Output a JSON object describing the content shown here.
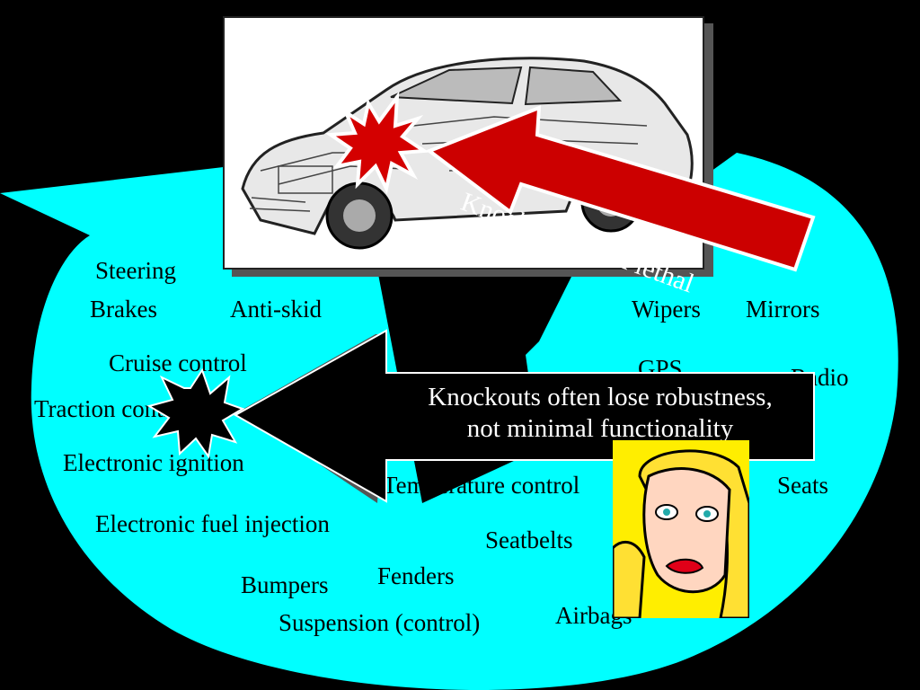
{
  "colors": {
    "background": "#000000",
    "bubble": "#00ffff",
    "lethal_arrow": "#cc0000",
    "starburst": "#000000",
    "car_burst": "#d40000"
  },
  "callouts": {
    "lethal": "Knockouts often lethal",
    "robustness_line1": "Knockouts often lose robustness,",
    "robustness_line2": "not minimal functionality"
  },
  "labels": {
    "steering": "Steering",
    "brakes": "Brakes",
    "anti_skid": "Anti-skid",
    "cruise_control": "Cruise control",
    "traction_control": "Traction control",
    "electronic_ignition": "Electronic ignition",
    "electronic_fuel_injection": "Electronic fuel injection",
    "bumpers": "Bumpers",
    "fenders": "Fenders",
    "suspension": "Suspension (control)",
    "seatbelts": "Seatbelts",
    "airbags": "Airbags",
    "temperature_control": "Temperature control",
    "seats": "Seats",
    "wipers": "Wipers",
    "mirrors": "Mirrors",
    "gps": "GPS",
    "radio": "Radio"
  },
  "images": {
    "car": "car-cutaway-illustration",
    "woman": "worried-woman-cartoon"
  }
}
